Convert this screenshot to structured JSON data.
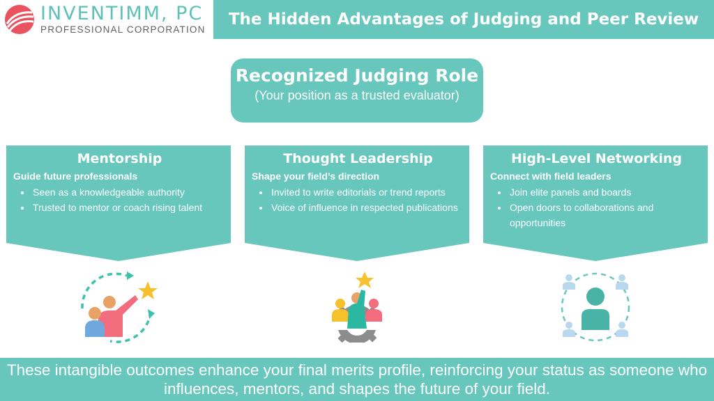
{
  "header": {
    "logo_name": "INVENTIMM, PC",
    "logo_subtitle": "PROFESSIONAL CORPORATION",
    "title": "The Hidden Advantages of Judging and Peer Review"
  },
  "role": {
    "title": "Recognized Judging Role",
    "subtitle": "(Your position as a trusted evaluator)"
  },
  "columns": [
    {
      "title": "Mentorship",
      "subhead": "Guide future professionals",
      "bullets": [
        "Seen as a knowledgeable authority",
        "Trusted to mentor or coach rising talent"
      ],
      "icon": "mentor-pointing-star-icon"
    },
    {
      "title": "Thought Leadership",
      "subhead": "Shape your field’s direction",
      "bullets": [
        "Invited to write editorials or trend reports",
        "Voice of influence in respected publications"
      ],
      "icon": "team-gear-star-icon"
    },
    {
      "title": "High-Level Networking",
      "subhead": "Connect with field leaders",
      "bullets": [
        "Join elite panels and boards",
        "Open doors to collaborations and opportunities"
      ],
      "icon": "network-people-icon"
    }
  ],
  "footer": {
    "text": "These intangible outcomes enhance your final merits profile, reinforcing your status as someone who influences, mentors, and shapes the future of your field."
  },
  "colors": {
    "teal": "#67c7bd",
    "logo_red": "#e8535f",
    "star": "#f7c12e",
    "person_pink": "#f26d7d",
    "person_blue": "#6fa8dc",
    "gear_gray": "#8c8c8c"
  }
}
